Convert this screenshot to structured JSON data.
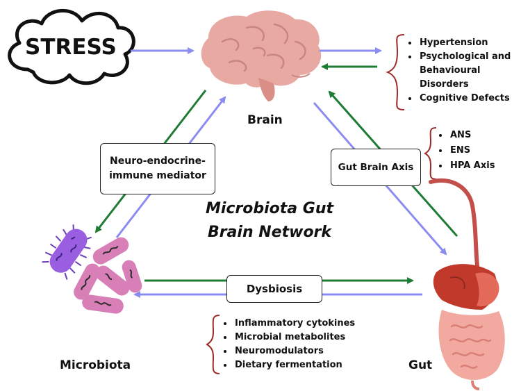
{
  "stress_label": "STRESS",
  "nodes": {
    "brain": "Brain",
    "microbiota": "Microbiota",
    "gut": "Gut"
  },
  "center_title": {
    "line1": "Microbiota Gut",
    "line2": "Brain Network"
  },
  "boxes": {
    "neuro_line1": "Neuro-endocrine-",
    "neuro_line2": "immune mediator",
    "gut_brain_axis": "Gut Brain Axis",
    "dysbiosis": "Dysbiosis"
  },
  "brain_effects": [
    "Hypertension",
    "Psychological and",
    "Behavioural",
    "Disorders",
    "Cognitive Defects"
  ],
  "axis_items": [
    "ANS",
    "ENS",
    "HPA Axis"
  ],
  "dysbiosis_items": [
    "Inflammatory cytokines",
    "Microbial metabolites",
    "Neuromodulators",
    "Dietary fermentation"
  ],
  "colors": {
    "green_arrow": "#1e7b34",
    "blue_arrow": "#8a8cf0",
    "brace": "#9b2a2a",
    "brain": "#e8a9a3",
    "bacteria_purple": "#9a5fe0",
    "bacteria_pink": "#d77fb6",
    "liver": "#c0392b",
    "intestine": "#f2a9a0"
  }
}
